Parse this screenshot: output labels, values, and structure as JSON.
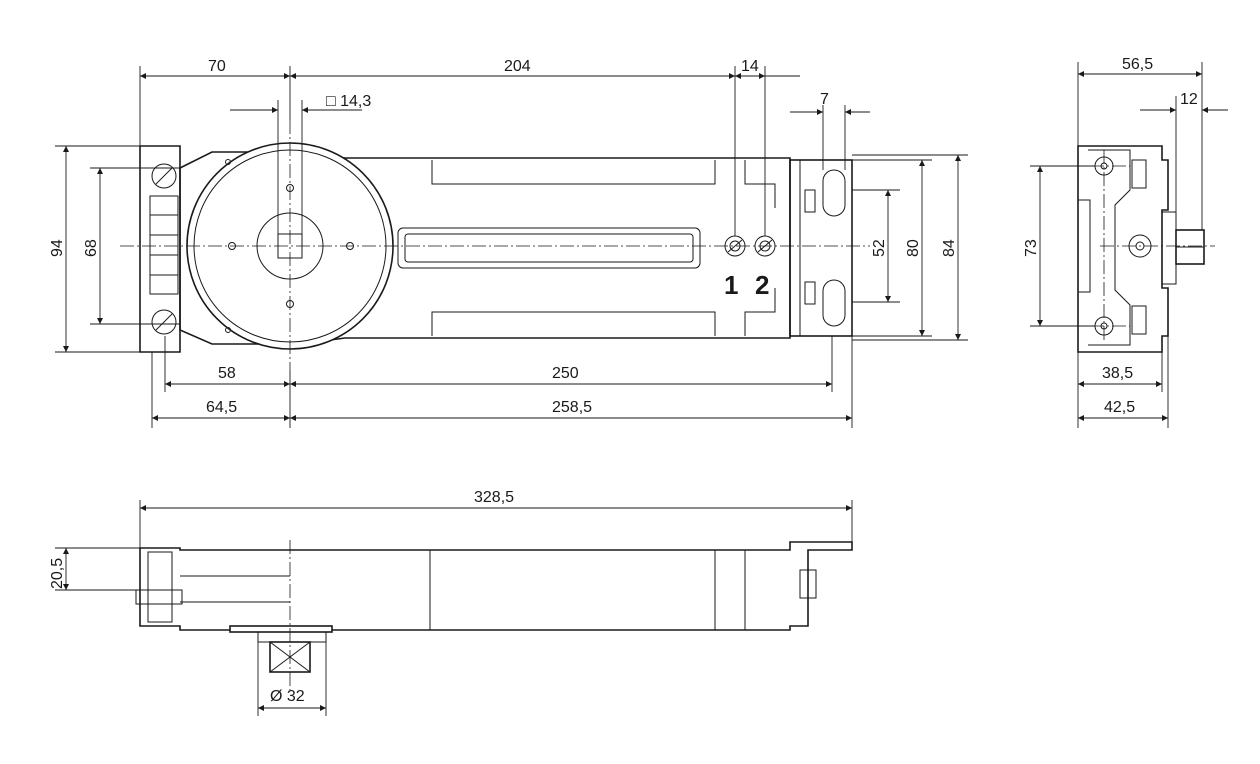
{
  "dimensions": {
    "top_70": "70",
    "top_204": "204",
    "top_14": "14",
    "top_14_3": "□ 14,3",
    "top_7": "7",
    "left_94": "94",
    "left_68": "68",
    "right_52": "52",
    "right_80": "80",
    "right_84": "84",
    "bottom_58": "58",
    "bottom_250": "250",
    "bottom_64_5": "64,5",
    "bottom_258_5": "258,5",
    "side_56_5": "56,5",
    "side_12": "12",
    "side_73": "73",
    "side_38_5": "38,5",
    "side_42_5": "42,5",
    "lower_328_5": "328,5",
    "lower_20_5": "20,5",
    "lower_dia_32": "Ø 32"
  },
  "markers": {
    "valve_1": "1",
    "valve_2": "2"
  }
}
